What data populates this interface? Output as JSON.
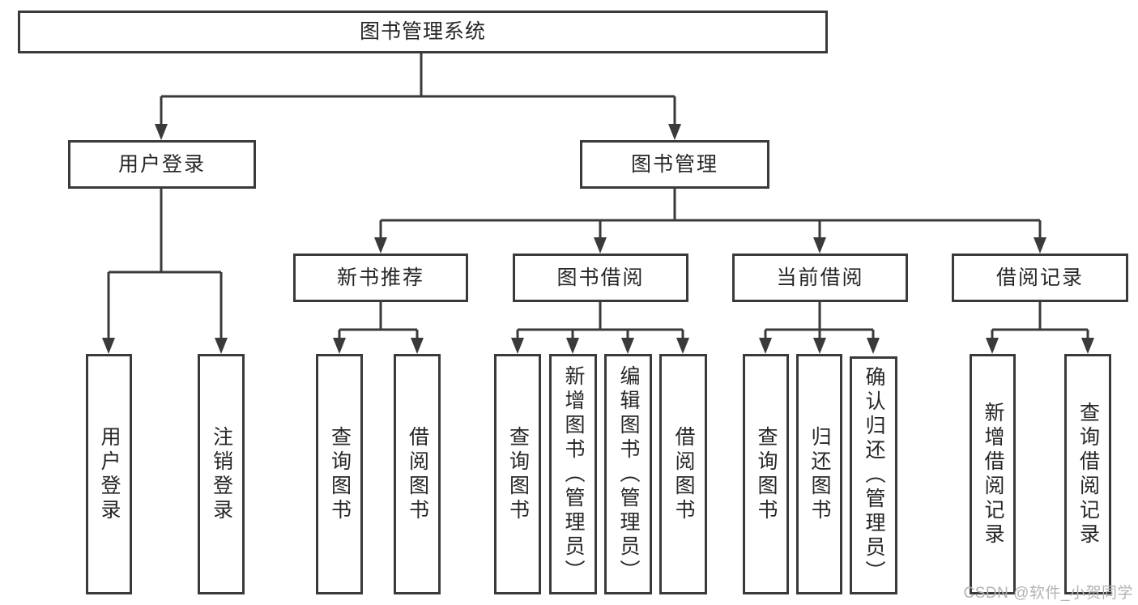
{
  "diagram": {
    "root": {
      "label": "图书管理系统"
    },
    "branches": [
      {
        "label": "用户登录",
        "children": [
          {
            "label": "用户登录"
          },
          {
            "label": "注销登录"
          }
        ]
      },
      {
        "label": "图书管理",
        "children": [
          {
            "label": "新书推荐",
            "children": [
              {
                "label": "查询图书"
              },
              {
                "label": "借阅图书"
              }
            ]
          },
          {
            "label": "图书借阅",
            "children": [
              {
                "label": "查询图书"
              },
              {
                "label": "新增图书（管理员）"
              },
              {
                "label": "编辑图书（管理员）"
              },
              {
                "label": "借阅图书"
              }
            ]
          },
          {
            "label": "当前借阅",
            "children": [
              {
                "label": "查询图书"
              },
              {
                "label": "归还图书"
              },
              {
                "label": "确认归还（管理员）"
              }
            ]
          },
          {
            "label": "借阅记录",
            "children": [
              {
                "label": "新增借阅记录"
              },
              {
                "label": "查询借阅记录"
              }
            ]
          }
        ]
      }
    ]
  },
  "watermark": {
    "text": "CSDN @软件_小贺同学"
  },
  "colors": {
    "line": "#3a3a3a",
    "box_border": "#3a3a3a",
    "box_fill": "#ffffff",
    "text": "#262626",
    "watermark": "#b3b3b3",
    "background": "#ffffff"
  }
}
